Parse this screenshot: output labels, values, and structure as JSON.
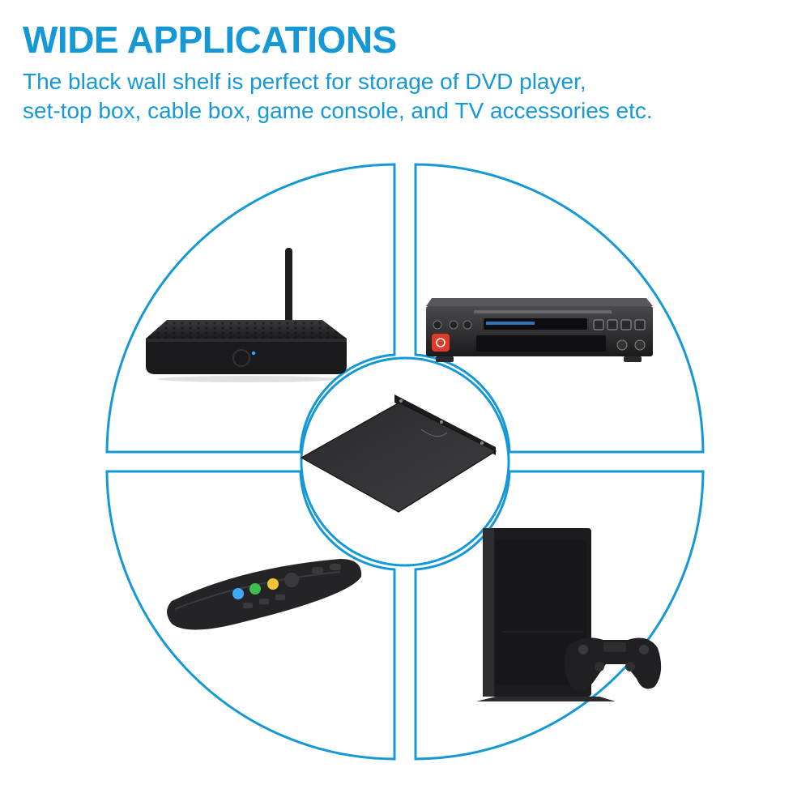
{
  "heading": "WIDE APPLICATIONS",
  "description_lines": [
    "The black wall shelf is perfect for storage of DVD player,",
    "set-top box, cable box, game console, and TV accessories etc."
  ],
  "colors": {
    "accent": "#1599d6",
    "product_black": "#1c1c1e",
    "led_blue": "#28a8ff",
    "power_red": "#e23a2a"
  },
  "center_item": "wall-shelf",
  "quadrants": [
    {
      "position": "top-left",
      "item": "set-top-box-router"
    },
    {
      "position": "top-right",
      "item": "dvd-player"
    },
    {
      "position": "bottom-left",
      "item": "remote-control"
    },
    {
      "position": "bottom-right",
      "item": "game-console"
    }
  ]
}
